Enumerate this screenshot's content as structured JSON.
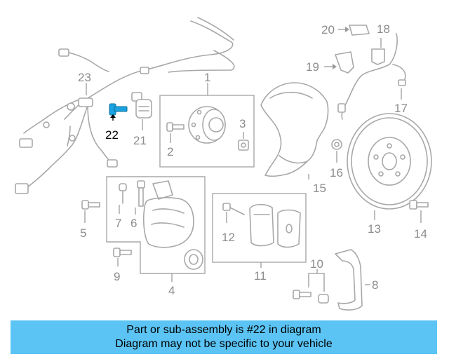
{
  "callouts": {
    "c1": "1",
    "c2": "2",
    "c3": "3",
    "c4": "4",
    "c5": "5",
    "c6": "6",
    "c7": "7",
    "c8": "8",
    "c9": "9",
    "c10": "10",
    "c11": "11",
    "c12": "12",
    "c13": "13",
    "c14": "14",
    "c15": "15",
    "c16": "16",
    "c17": "17",
    "c18": "18",
    "c19": "19",
    "c20": "20",
    "c21": "21",
    "c22": "22",
    "c23": "23"
  },
  "highlight": {
    "part": "22",
    "color": "#1aa3e0"
  },
  "caption": {
    "line1": "Part or sub-assembly is #22 in diagram",
    "line2": "Diagram may not be specific to your vehicle",
    "background": "#5bc4f4"
  }
}
